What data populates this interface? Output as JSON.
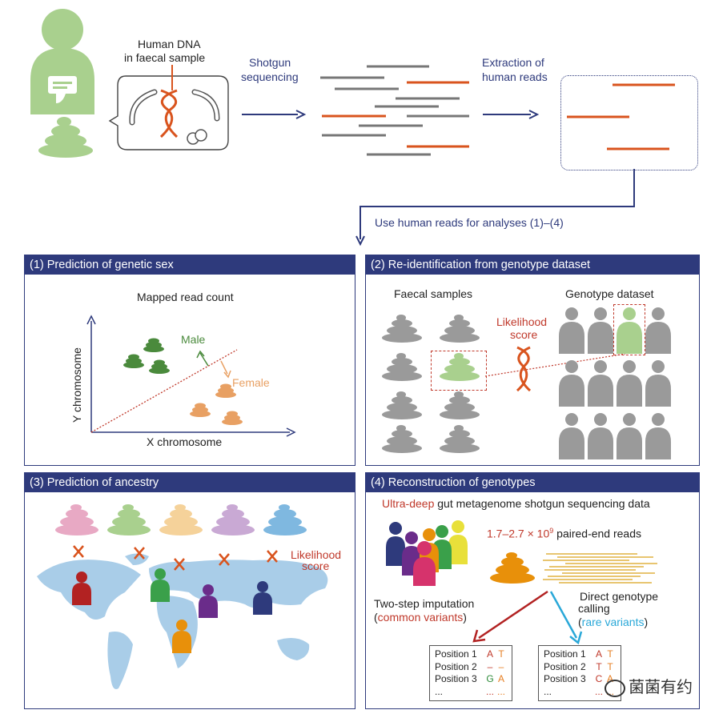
{
  "top": {
    "dna_label_1": "Human DNA",
    "dna_label_2": "in faecal sample",
    "shotgun_1": "Shotgun",
    "shotgun_2": "sequencing",
    "extract_1": "Extraction of",
    "extract_2": "human reads",
    "use_reads": "Use human reads for analyses (1)–(4)"
  },
  "panel1": {
    "title": "(1) Prediction of genetic sex",
    "subtitle": "Mapped read count",
    "ylabel": "Y chromosome",
    "xlabel": "X chromosome",
    "male": "Male",
    "female": "Female"
  },
  "panel2": {
    "title": "(2) Re-identification from genotype dataset",
    "faecal": "Faecal samples",
    "genotype": "Genotype dataset",
    "likelihood_1": "Likelihood",
    "likelihood_2": "score"
  },
  "panel3": {
    "title": "(3) Prediction of ancestry",
    "likelihood_1": "Likelihood",
    "likelihood_2": "score"
  },
  "panel4": {
    "title": "(4) Reconstruction of genotypes",
    "ultra": "Ultra-deep",
    "desc": " gut metagenome shotgun sequencing data",
    "reads_num": "1.7–2.7 × 10",
    "reads_exp": "9",
    "reads_txt": " paired-end reads",
    "imput_1": "Two-step imputation",
    "imput_2": "common variants",
    "direct_1": "Direct genotype",
    "direct_2": "calling",
    "direct_3": "rare variants",
    "table1": [
      {
        "pos": "Position 1",
        "a": "A",
        "b": "T"
      },
      {
        "pos": "Position 2",
        "a": "–",
        "b": "–"
      },
      {
        "pos": "Position 3",
        "a": "G",
        "b": "A"
      },
      {
        "pos": "...",
        "a": "...",
        "b": "..."
      }
    ],
    "table2": [
      {
        "pos": "Position 1",
        "a": "A",
        "b": "T"
      },
      {
        "pos": "Position 2",
        "a": "T",
        "b": "T"
      },
      {
        "pos": "Position 3",
        "a": "C",
        "b": "A"
      },
      {
        "pos": "...",
        "a": "...",
        "b": "..."
      }
    ]
  },
  "watermark": "菌菌有约",
  "colors": {
    "navy": "#2e3a7c",
    "green_light": "#a9d08e",
    "green_dark": "#4a8a3c",
    "orange": "#e8a063",
    "red_read": "#d9541e",
    "gray_read": "#777777"
  }
}
